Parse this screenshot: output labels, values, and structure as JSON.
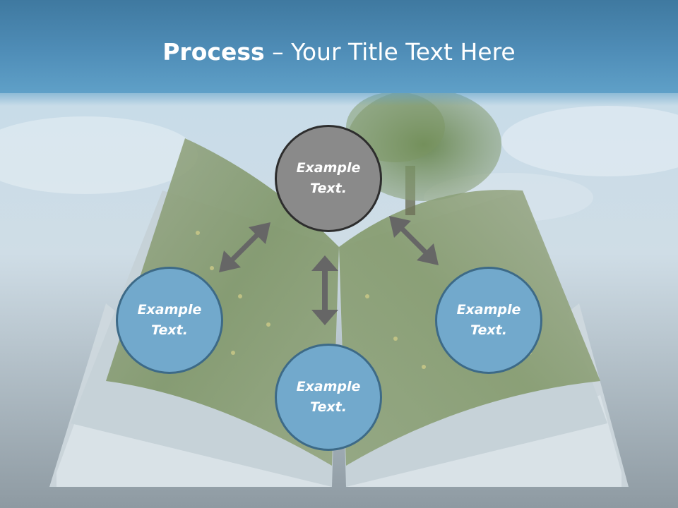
{
  "title": {
    "bold": "Process",
    "rest": " – Your Title Text Here"
  },
  "nodes": {
    "top": "Example Text.",
    "left": "Example Text.",
    "right": "Example Text.",
    "bottom": "Example Text."
  },
  "colors": {
    "title_band": "#4f8db7",
    "node_gray": "#8a8a8a",
    "node_blue": "#72a9cc",
    "arrow": "#666666"
  }
}
